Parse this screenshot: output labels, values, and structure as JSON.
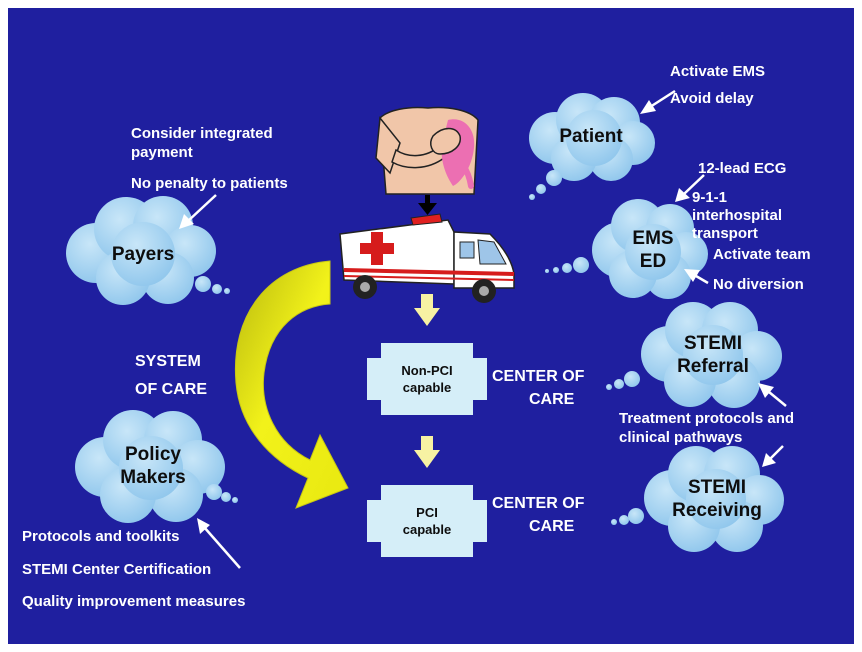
{
  "clouds": {
    "patient": "Patient",
    "payers": "Payers",
    "ems_ed": [
      "EMS",
      "ED"
    ],
    "policy_makers": [
      "Policy",
      "Makers"
    ],
    "stemi_referral": [
      "STEMI",
      "Referral"
    ],
    "stemi_receiving": [
      "STEMI",
      "Receiving"
    ]
  },
  "annotations": {
    "patient": [
      "Activate EMS",
      "Avoid delay"
    ],
    "payers": [
      "Consider integrated",
      "payment",
      "No penalty to patients"
    ],
    "ems": [
      "12-lead ECG",
      "9-1-1",
      "interhospital",
      "transport",
      "Activate team",
      "No diversion"
    ],
    "stemi": [
      "Treatment protocols and",
      "clinical pathways"
    ],
    "policy": [
      "Protocols and toolkits",
      "STEMI Center Certification",
      "Quality improvement measures"
    ]
  },
  "system_of_care": [
    "SYSTEM",
    "OF CARE"
  ],
  "centers": {
    "non_pci": {
      "label": [
        "Non-PCI",
        "capable"
      ],
      "center_text": [
        "CENTER OF",
        "CARE"
      ]
    },
    "pci": {
      "label": [
        "PCI",
        "capable"
      ],
      "center_text": [
        "CENTER OF",
        "CARE"
      ]
    }
  },
  "colors": {
    "background": "#1f1f9f",
    "cloud": "#a6d4f2",
    "cross": "#d5eef8",
    "big_arrow": "#e5e414",
    "flow_arrow": "#f7f2a3",
    "text": "#ffffff"
  },
  "icons": [
    "patient-chest-pain-icon",
    "ambulance-icon"
  ]
}
